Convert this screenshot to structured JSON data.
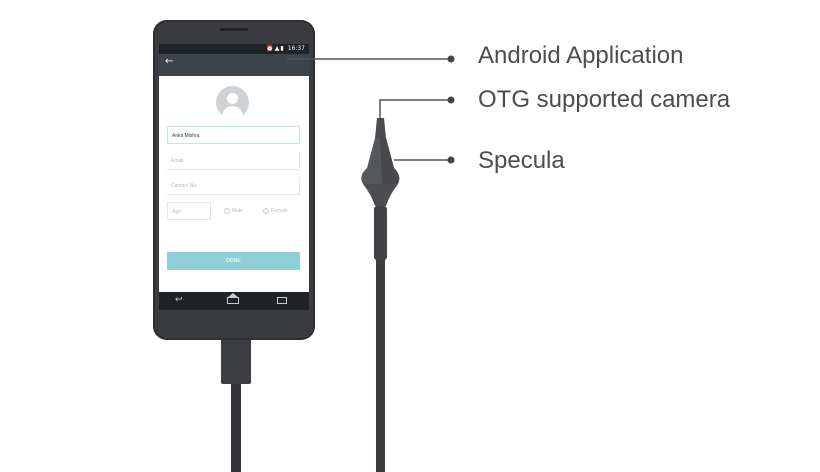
{
  "callouts": [
    {
      "label": "Android Application"
    },
    {
      "label": "OTG supported camera"
    },
    {
      "label": "Specula"
    }
  ],
  "app": {
    "status_time": "16:37",
    "back_icon": "arrow-left-icon",
    "name_value": "Ankit Mishra",
    "email_placeholder": "Email",
    "contact_placeholder": "Contact No.",
    "age_placeholder": "Age",
    "gender_male": "Male",
    "gender_female": "Female",
    "done_label": "DONE"
  },
  "colors": {
    "device_body": "#3a3c3f",
    "accent_button": "#8fd0d8",
    "callout_text": "#4d4d4d"
  }
}
